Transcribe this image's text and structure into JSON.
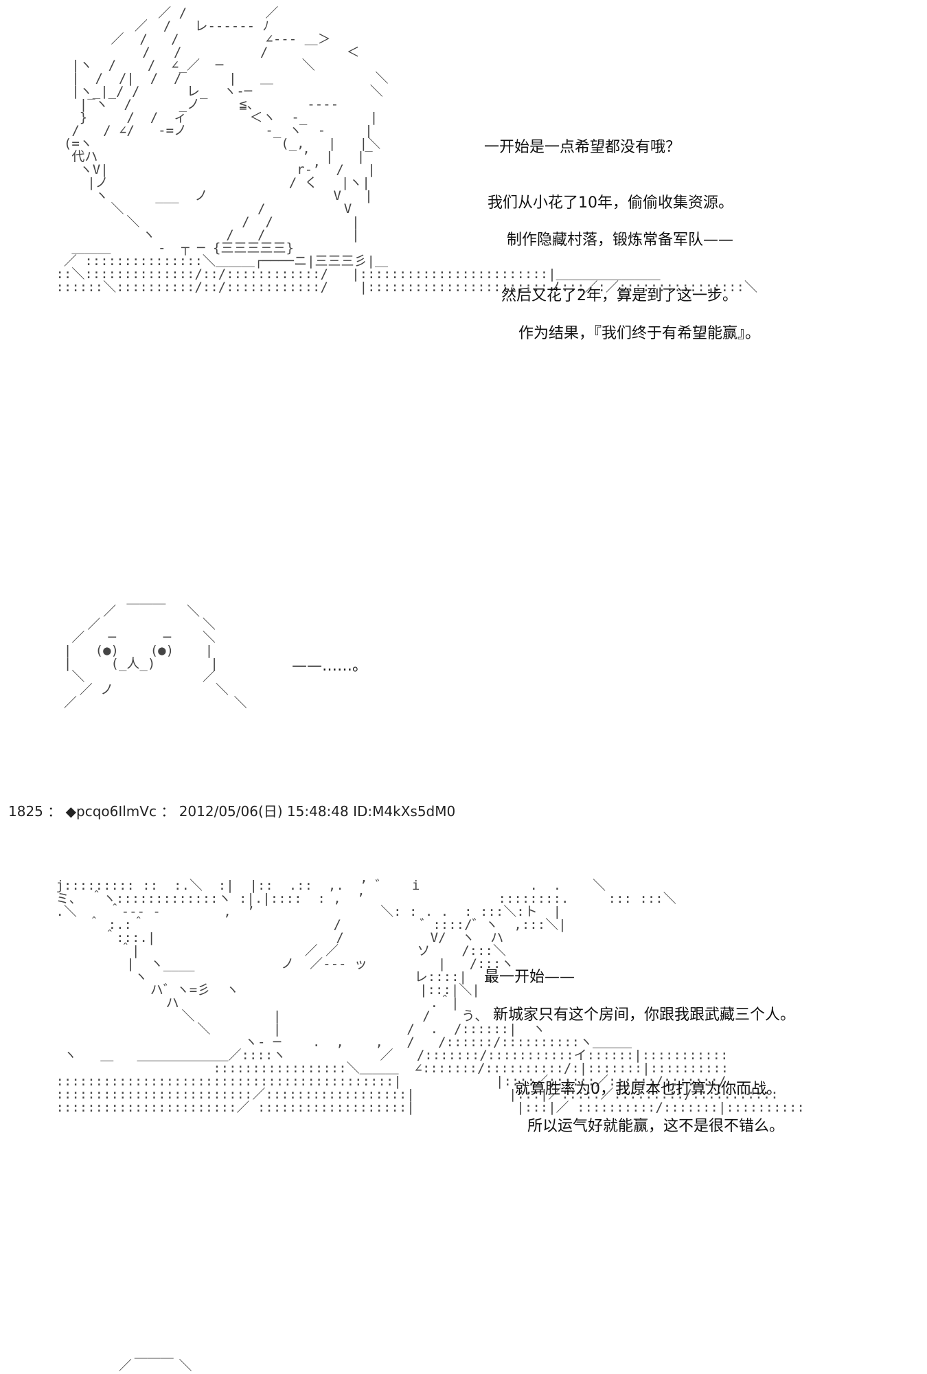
{
  "panel1": {
    "lines": [
      "一开始是一点希望都没有哦？",
      "我们从小花了10年，偷偷收集资源。",
      "制作隐藏村落，锻炼常备军队——",
      "然后又花了2年，算是到了这一步。",
      "作为结果，『我们终于有希望能赢』。"
    ]
  },
  "panel2": {
    "line": "——……。"
  },
  "post_header": {
    "number": "1825",
    "separator": "：",
    "trip": "◆pcqo6IlmVc",
    "date": "2012/05/06(日) 15:48:48",
    "id": "ID:M4kXs5dM0"
  },
  "panel3": {
    "lines": [
      "最一开始——",
      "新城家只有这个房间，你跟我跟武藏三个人。",
      "就算胜率为0，我原本也打算为你而战。",
      "所以运气好就能赢，这不是很不错么。"
    ]
  }
}
